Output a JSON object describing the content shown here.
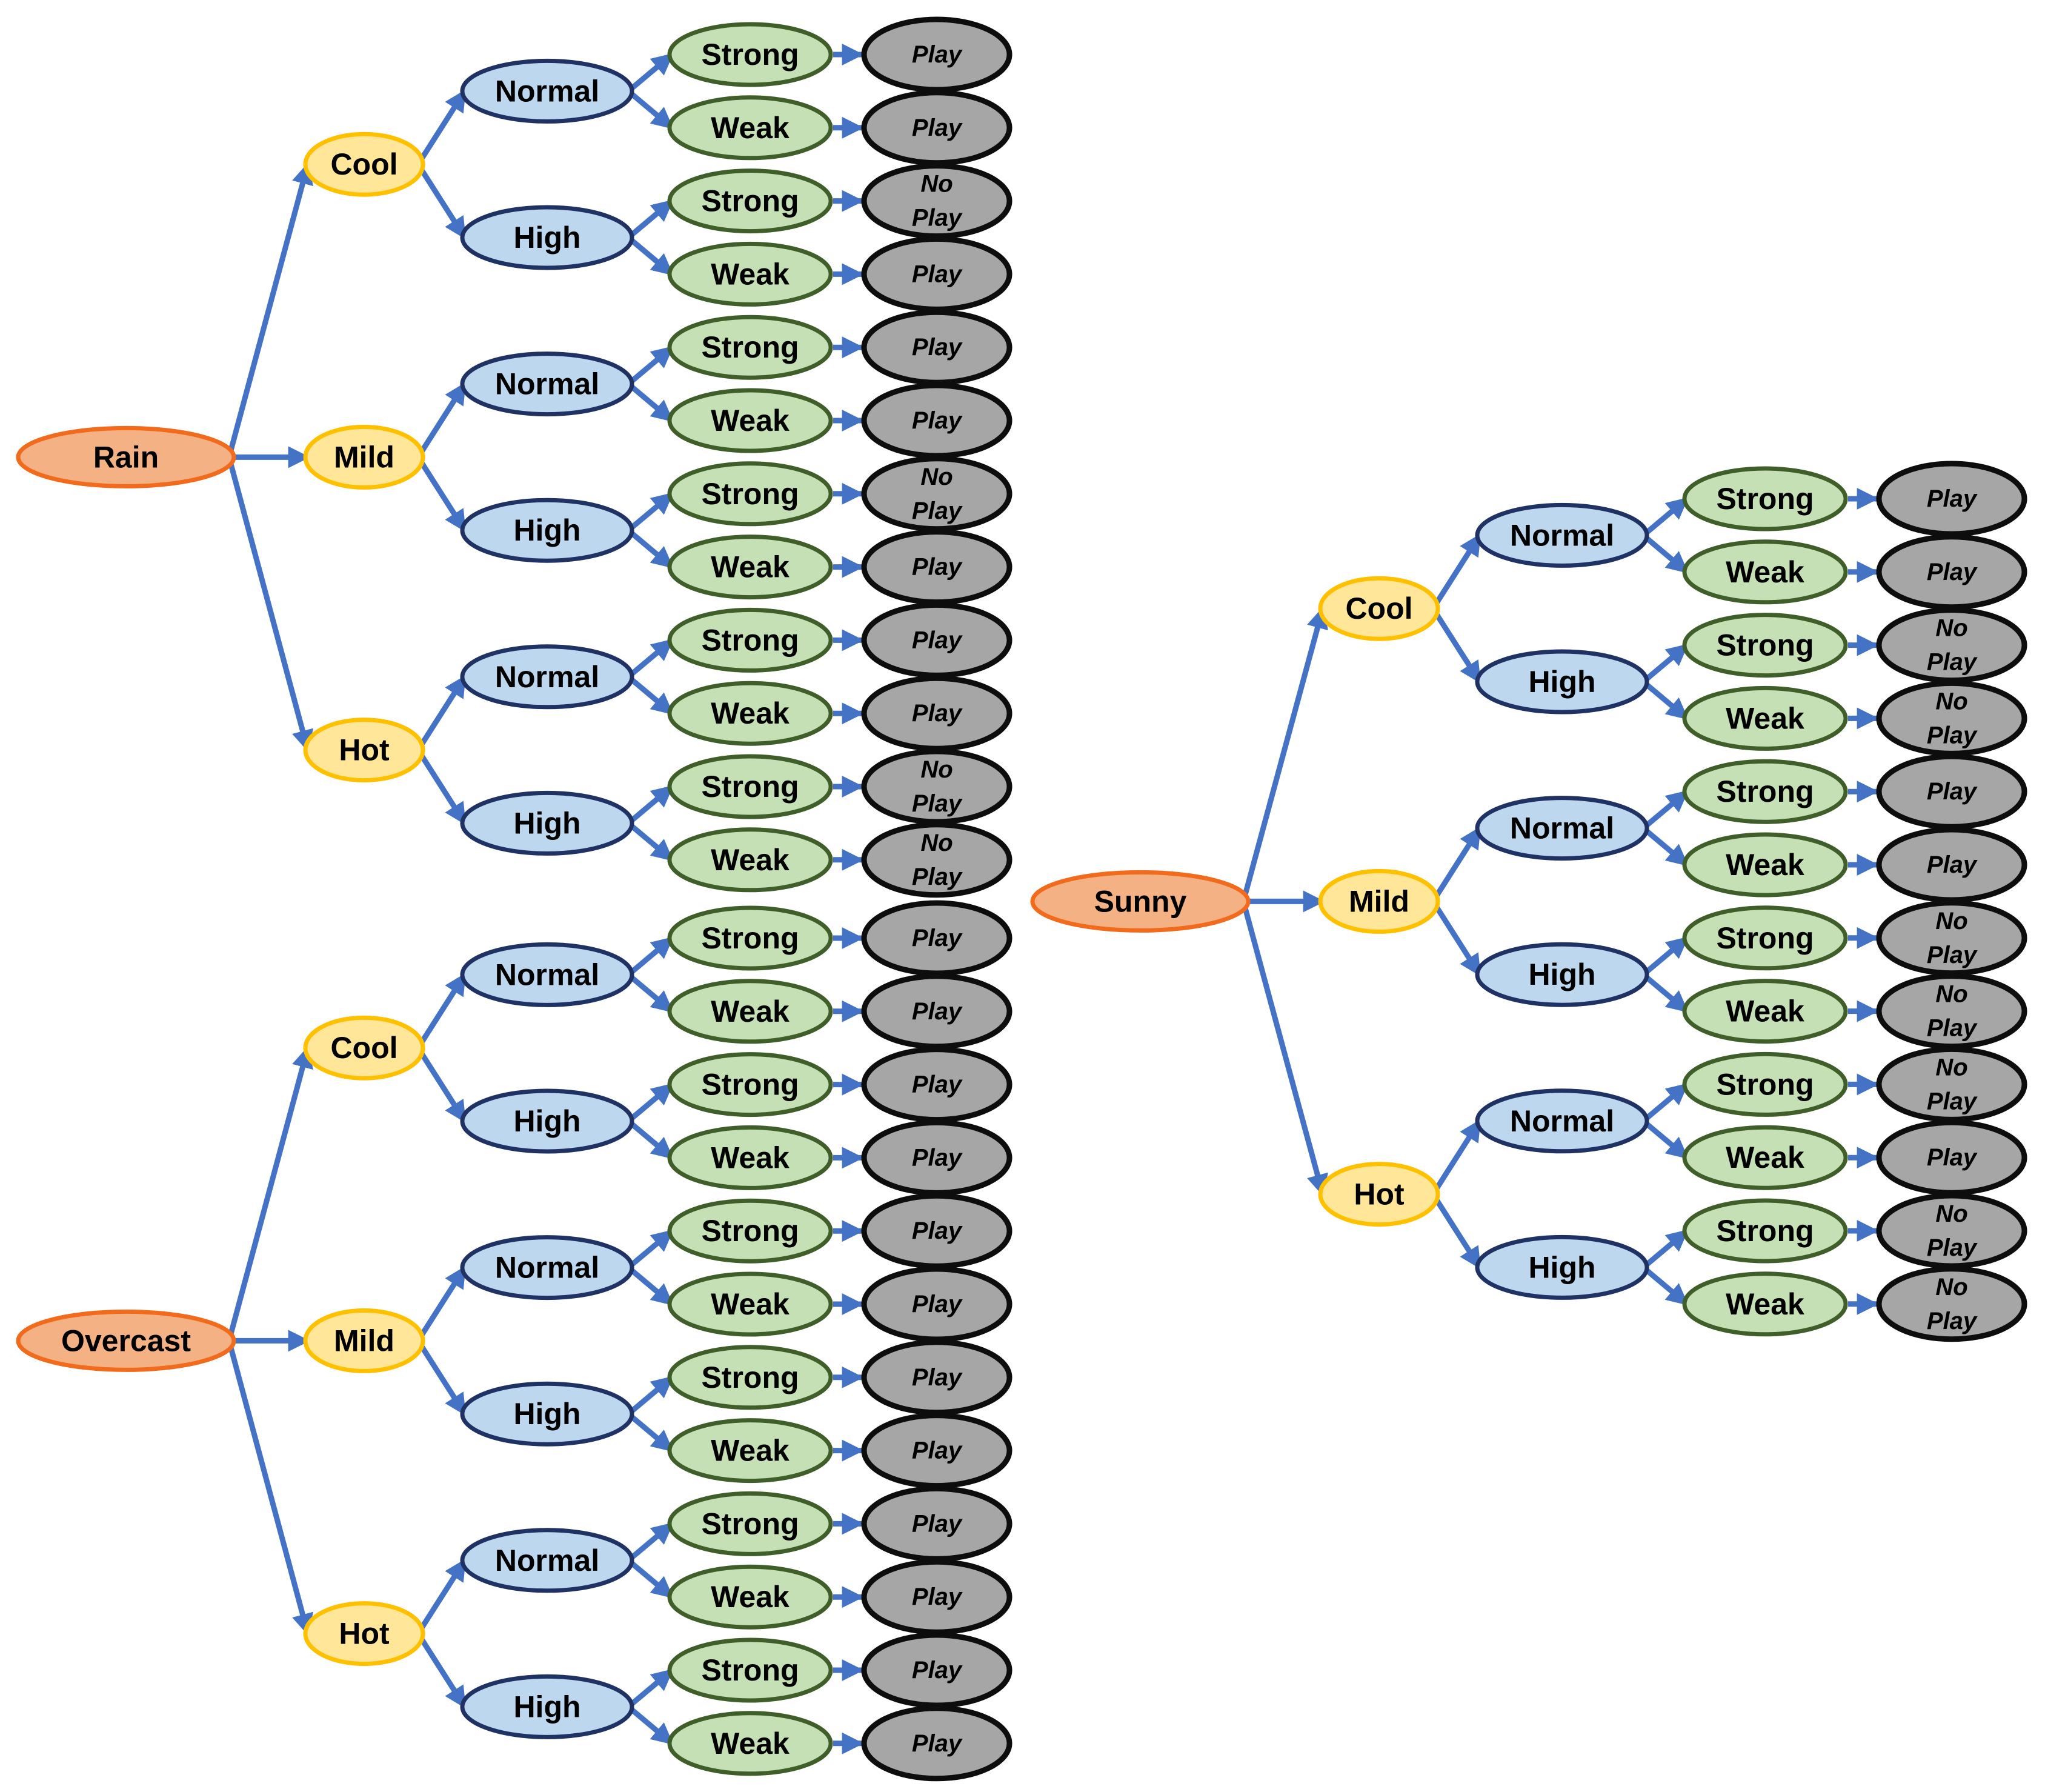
{
  "colors": {
    "edge": "#4472C4",
    "outlook_fill": "#F4B183",
    "temperature_fill": "#FFE699",
    "humidity_fill": "#BDD7EE",
    "wind_fill": "#C5E0B4",
    "decision_fill": "#A6A6A6"
  },
  "trees": [
    {
      "outlook": "Rain",
      "temperatures": [
        {
          "label": "Cool",
          "humidity": [
            {
              "label": "Normal",
              "wind": [
                {
                  "label": "Strong",
                  "decision": "Play"
                },
                {
                  "label": "Weak",
                  "decision": "Play"
                }
              ]
            },
            {
              "label": "High",
              "wind": [
                {
                  "label": "Strong",
                  "decision": "No Play"
                },
                {
                  "label": "Weak",
                  "decision": "Play"
                }
              ]
            }
          ]
        },
        {
          "label": "Mild",
          "humidity": [
            {
              "label": "Normal",
              "wind": [
                {
                  "label": "Strong",
                  "decision": "Play"
                },
                {
                  "label": "Weak",
                  "decision": "Play"
                }
              ]
            },
            {
              "label": "High",
              "wind": [
                {
                  "label": "Strong",
                  "decision": "No Play"
                },
                {
                  "label": "Weak",
                  "decision": "Play"
                }
              ]
            }
          ]
        },
        {
          "label": "Hot",
          "humidity": [
            {
              "label": "Normal",
              "wind": [
                {
                  "label": "Strong",
                  "decision": "Play"
                },
                {
                  "label": "Weak",
                  "decision": "Play"
                }
              ]
            },
            {
              "label": "High",
              "wind": [
                {
                  "label": "Strong",
                  "decision": "No Play"
                },
                {
                  "label": "Weak",
                  "decision": "No Play"
                }
              ]
            }
          ]
        }
      ]
    },
    {
      "outlook": "Overcast",
      "temperatures": [
        {
          "label": "Cool",
          "humidity": [
            {
              "label": "Normal",
              "wind": [
                {
                  "label": "Strong",
                  "decision": "Play"
                },
                {
                  "label": "Weak",
                  "decision": "Play"
                }
              ]
            },
            {
              "label": "High",
              "wind": [
                {
                  "label": "Strong",
                  "decision": "Play"
                },
                {
                  "label": "Weak",
                  "decision": "Play"
                }
              ]
            }
          ]
        },
        {
          "label": "Mild",
          "humidity": [
            {
              "label": "Normal",
              "wind": [
                {
                  "label": "Strong",
                  "decision": "Play"
                },
                {
                  "label": "Weak",
                  "decision": "Play"
                }
              ]
            },
            {
              "label": "High",
              "wind": [
                {
                  "label": "Strong",
                  "decision": "Play"
                },
                {
                  "label": "Weak",
                  "decision": "Play"
                }
              ]
            }
          ]
        },
        {
          "label": "Hot",
          "humidity": [
            {
              "label": "Normal",
              "wind": [
                {
                  "label": "Strong",
                  "decision": "Play"
                },
                {
                  "label": "Weak",
                  "decision": "Play"
                }
              ]
            },
            {
              "label": "High",
              "wind": [
                {
                  "label": "Strong",
                  "decision": "Play"
                },
                {
                  "label": "Weak",
                  "decision": "Play"
                }
              ]
            }
          ]
        }
      ]
    },
    {
      "outlook": "Sunny",
      "temperatures": [
        {
          "label": "Cool",
          "humidity": [
            {
              "label": "Normal",
              "wind": [
                {
                  "label": "Strong",
                  "decision": "Play"
                },
                {
                  "label": "Weak",
                  "decision": "Play"
                }
              ]
            },
            {
              "label": "High",
              "wind": [
                {
                  "label": "Strong",
                  "decision": "No Play"
                },
                {
                  "label": "Weak",
                  "decision": "No Play"
                }
              ]
            }
          ]
        },
        {
          "label": "Mild",
          "humidity": [
            {
              "label": "Normal",
              "wind": [
                {
                  "label": "Strong",
                  "decision": "Play"
                },
                {
                  "label": "Weak",
                  "decision": "Play"
                }
              ]
            },
            {
              "label": "High",
              "wind": [
                {
                  "label": "Strong",
                  "decision": "No Play"
                },
                {
                  "label": "Weak",
                  "decision": "No Play"
                }
              ]
            }
          ]
        },
        {
          "label": "Hot",
          "humidity": [
            {
              "label": "Normal",
              "wind": [
                {
                  "label": "Strong",
                  "decision": "No Play"
                },
                {
                  "label": "Weak",
                  "decision": "Play"
                }
              ]
            },
            {
              "label": "High",
              "wind": [
                {
                  "label": "Strong",
                  "decision": "No Play"
                },
                {
                  "label": "Weak",
                  "decision": "No Play"
                }
              ]
            }
          ]
        }
      ]
    }
  ]
}
